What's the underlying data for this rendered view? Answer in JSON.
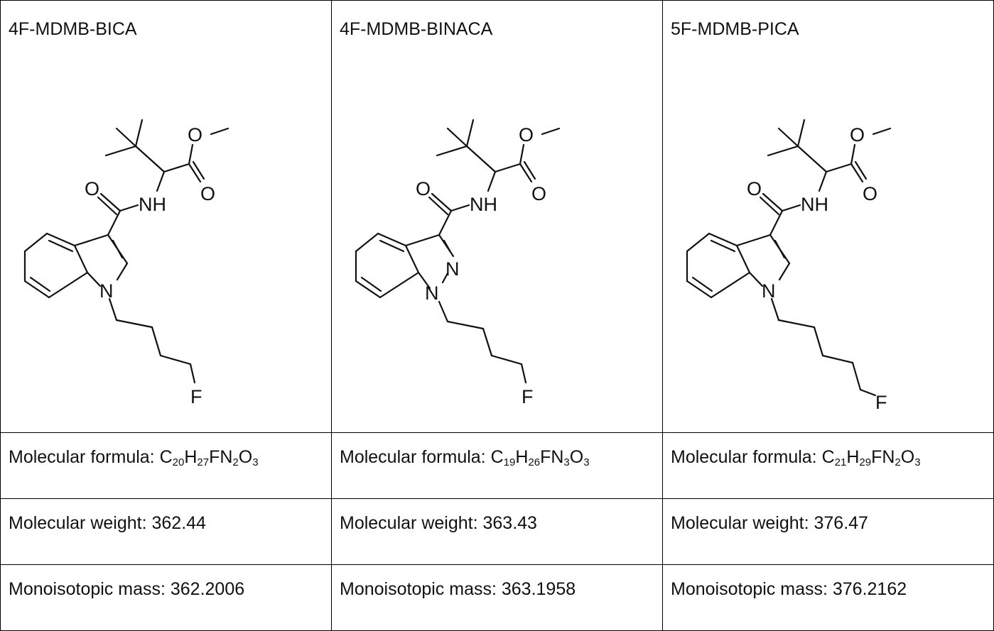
{
  "compounds": [
    {
      "name": "4F-MDMB-BICA",
      "formula_label": "Molecular formula: ",
      "formula": [
        [
          "C",
          "20"
        ],
        [
          "H",
          "27"
        ],
        [
          "F",
          ""
        ],
        [
          "N",
          "2"
        ],
        [
          "O",
          "3"
        ]
      ],
      "weight": "Molecular weight: 362.44",
      "mono": "Monoisotopic mass: 362.2006",
      "atoms": {
        "O1": "O",
        "O2": "O",
        "O3": "O",
        "NH": "NH",
        "N1": "N",
        "F": "F"
      }
    },
    {
      "name": "4F-MDMB-BINACA",
      "formula_label": "Molecular formula: ",
      "formula": [
        [
          "C",
          "19"
        ],
        [
          "H",
          "26"
        ],
        [
          "F",
          ""
        ],
        [
          "N",
          "3"
        ],
        [
          "O",
          "3"
        ]
      ],
      "weight": "Molecular weight: 363.43",
      "mono": "Monoisotopic mass: 363.1958",
      "atoms": {
        "O1": "O",
        "O2": "O",
        "O3": "O",
        "NH": "NH",
        "N1": "N",
        "N2": "N",
        "F": "F"
      }
    },
    {
      "name": "5F-MDMB-PICA",
      "formula_label": "Molecular formula: ",
      "formula": [
        [
          "C",
          "21"
        ],
        [
          "H",
          "29"
        ],
        [
          "F",
          ""
        ],
        [
          "N",
          "2"
        ],
        [
          "O",
          "3"
        ]
      ],
      "weight": "Molecular weight: 376.47",
      "mono": "Monoisotopic mass: 376.2162",
      "atoms": {
        "O1": "O",
        "O2": "O",
        "O3": "O",
        "NH": "NH",
        "N1": "N",
        "F": "F"
      }
    }
  ]
}
